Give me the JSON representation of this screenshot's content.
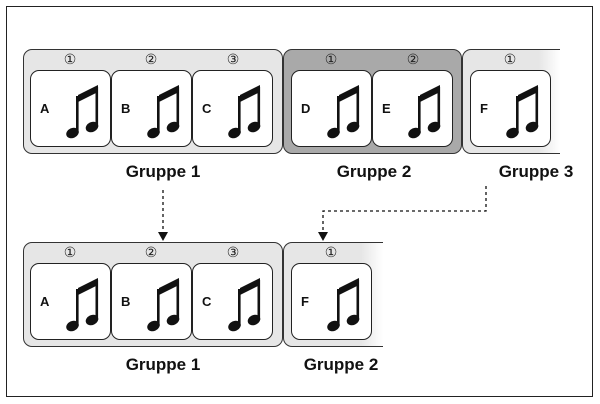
{
  "number_glyphs": [
    "①",
    "②",
    "③"
  ],
  "note_icon": "eighth-note-pair-icon",
  "colors": {
    "group_fill": "#e6e6e6",
    "group_fill_selected": "#a9a9a9",
    "border": "#222222"
  },
  "before": {
    "groups": [
      {
        "label": "Gruppe 1",
        "slots": [
          {
            "number": "①",
            "letter": "A"
          },
          {
            "number": "②",
            "letter": "B"
          },
          {
            "number": "③",
            "letter": "C"
          }
        ]
      },
      {
        "label": "Gruppe 2",
        "slots": [
          {
            "number": "①",
            "letter": "D"
          },
          {
            "number": "②",
            "letter": "E"
          }
        ]
      },
      {
        "label": "Gruppe 3",
        "slots": [
          {
            "number": "①",
            "letter": "F"
          }
        ]
      }
    ]
  },
  "after": {
    "groups": [
      {
        "label": "Gruppe 1",
        "slots": [
          {
            "number": "①",
            "letter": "A"
          },
          {
            "number": "②",
            "letter": "B"
          },
          {
            "number": "③",
            "letter": "C"
          }
        ]
      },
      {
        "label": "Gruppe 2",
        "slots": [
          {
            "number": "①",
            "letter": "F"
          }
        ]
      }
    ]
  }
}
